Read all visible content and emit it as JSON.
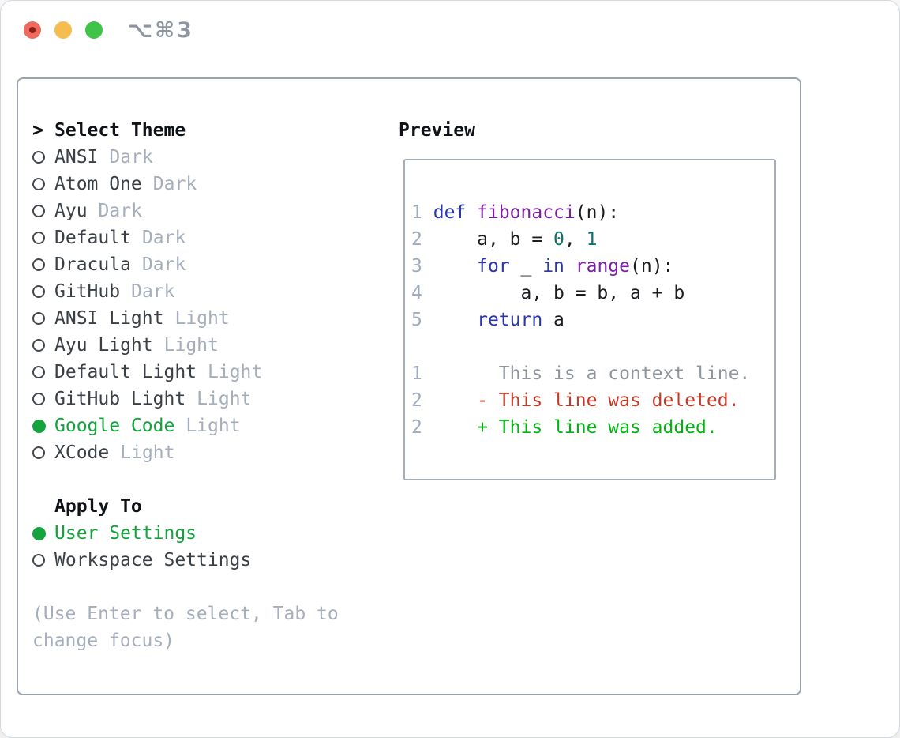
{
  "window": {
    "title": "⌥⌘3"
  },
  "theme_selector": {
    "prompt": ">",
    "title": "Select Theme",
    "items": [
      {
        "name": "ANSI",
        "variant": "Dark",
        "selected": false
      },
      {
        "name": "Atom One",
        "variant": "Dark",
        "selected": false
      },
      {
        "name": "Ayu",
        "variant": "Dark",
        "selected": false
      },
      {
        "name": "Default",
        "variant": "Dark",
        "selected": false
      },
      {
        "name": "Dracula",
        "variant": "Dark",
        "selected": false
      },
      {
        "name": "GitHub",
        "variant": "Dark",
        "selected": false
      },
      {
        "name": "ANSI Light",
        "variant": "Light",
        "selected": false
      },
      {
        "name": "Ayu Light",
        "variant": "Light",
        "selected": false
      },
      {
        "name": "Default Light",
        "variant": "Light",
        "selected": false
      },
      {
        "name": "GitHub Light",
        "variant": "Light",
        "selected": false
      },
      {
        "name": "Google Code",
        "variant": "Light",
        "selected": true
      },
      {
        "name": "XCode",
        "variant": "Light",
        "selected": false
      }
    ]
  },
  "apply_to": {
    "title": "Apply To",
    "options": [
      {
        "label": "User Settings",
        "selected": true
      },
      {
        "label": "Workspace Settings",
        "selected": false
      }
    ]
  },
  "help_text": "(Use Enter to select, Tab to change focus)",
  "preview": {
    "title": "Preview",
    "code_lines": [
      {
        "num": "1",
        "tokens": [
          {
            "t": " ",
            "c": "pl"
          },
          {
            "t": "def",
            "c": "kw"
          },
          {
            "t": " ",
            "c": "pl"
          },
          {
            "t": "fibonacci",
            "c": "fn"
          },
          {
            "t": "(n):",
            "c": "pl"
          }
        ]
      },
      {
        "num": "2",
        "tokens": [
          {
            "t": "     a, b = ",
            "c": "pl"
          },
          {
            "t": "0",
            "c": "num"
          },
          {
            "t": ", ",
            "c": "pl"
          },
          {
            "t": "1",
            "c": "num"
          }
        ]
      },
      {
        "num": "3",
        "tokens": [
          {
            "t": "     ",
            "c": "pl"
          },
          {
            "t": "for",
            "c": "kw"
          },
          {
            "t": " _ ",
            "c": "pl"
          },
          {
            "t": "in",
            "c": "kw"
          },
          {
            "t": " ",
            "c": "pl"
          },
          {
            "t": "range",
            "c": "fn"
          },
          {
            "t": "(n):",
            "c": "pl"
          }
        ]
      },
      {
        "num": "4",
        "tokens": [
          {
            "t": "         a, b = b, a + b",
            "c": "pl"
          }
        ]
      },
      {
        "num": "5",
        "tokens": [
          {
            "t": "     ",
            "c": "pl"
          },
          {
            "t": "return",
            "c": "kw"
          },
          {
            "t": " a",
            "c": "pl"
          }
        ]
      }
    ],
    "diff_lines": [
      {
        "num": "1",
        "kind": "context",
        "tokens": [
          {
            "t": "       This is a context line.",
            "c": "ctx"
          }
        ]
      },
      {
        "num": "2",
        "kind": "deleted",
        "tokens": [
          {
            "t": "     ",
            "c": "pl"
          },
          {
            "t": "- This line was deleted.",
            "c": "del"
          }
        ]
      },
      {
        "num": "2",
        "kind": "added",
        "tokens": [
          {
            "t": "     ",
            "c": "pl"
          },
          {
            "t": "+ This line was added.",
            "c": "add"
          }
        ]
      }
    ]
  },
  "colors": {
    "accent_green": "#14a33c",
    "keyword_blue": "#2936ae",
    "function_purple": "#7d1fa2",
    "number_teal": "#0d7170",
    "diff_red": "#c43a28",
    "diff_green": "#00b30f",
    "muted_gray": "#a6aebc",
    "panel_border": "#9ba4ae"
  }
}
